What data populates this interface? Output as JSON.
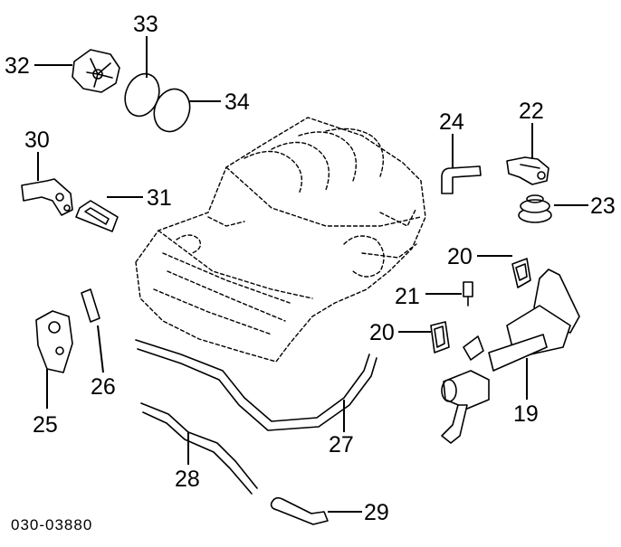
{
  "diagram": {
    "callouts": {
      "c19": "19",
      "c20a": "20",
      "c20b": "20",
      "c21": "21",
      "c22": "22",
      "c23": "23",
      "c24": "24",
      "c25": "25",
      "c26": "26",
      "c27": "27",
      "c28": "28",
      "c29": "29",
      "c30": "30",
      "c31": "31",
      "c32": "32",
      "c33": "33",
      "c34": "34"
    },
    "code": "030-03880"
  }
}
